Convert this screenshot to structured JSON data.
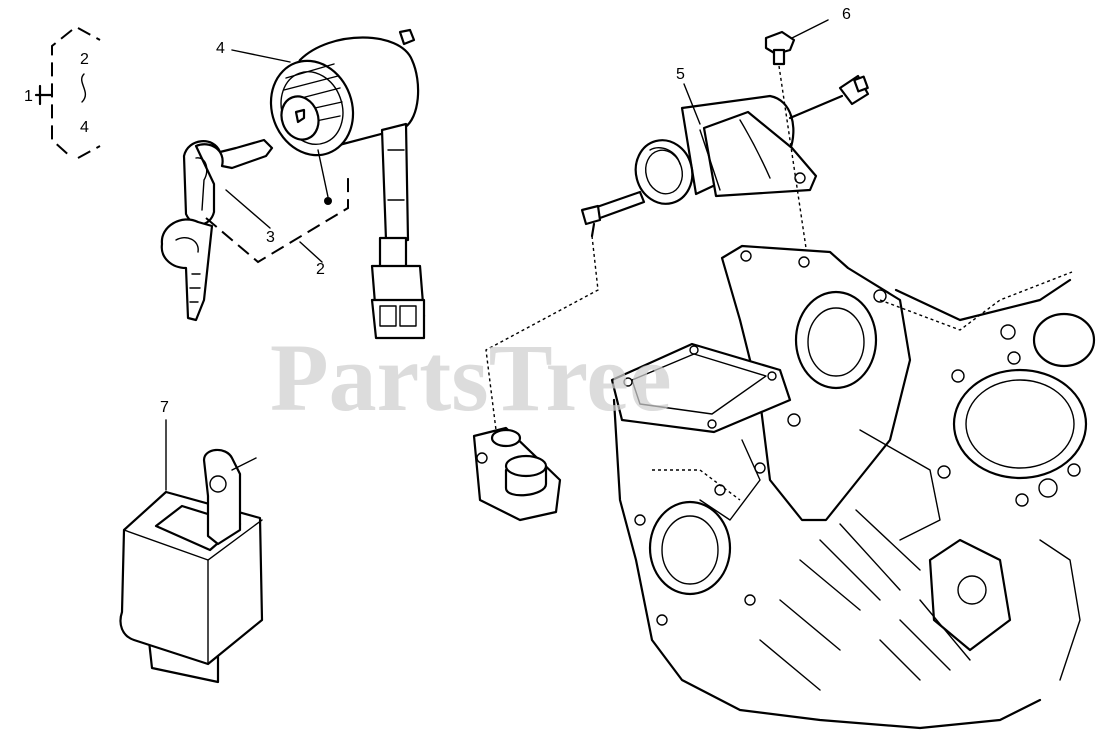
{
  "callouts": {
    "c1": "1",
    "c2_bracket": "2",
    "c4_bracket": "4",
    "c4": "4",
    "c3": "3",
    "c2": "2",
    "c5": "5",
    "c6": "6",
    "c7": "7"
  },
  "watermark": "PartsTree"
}
